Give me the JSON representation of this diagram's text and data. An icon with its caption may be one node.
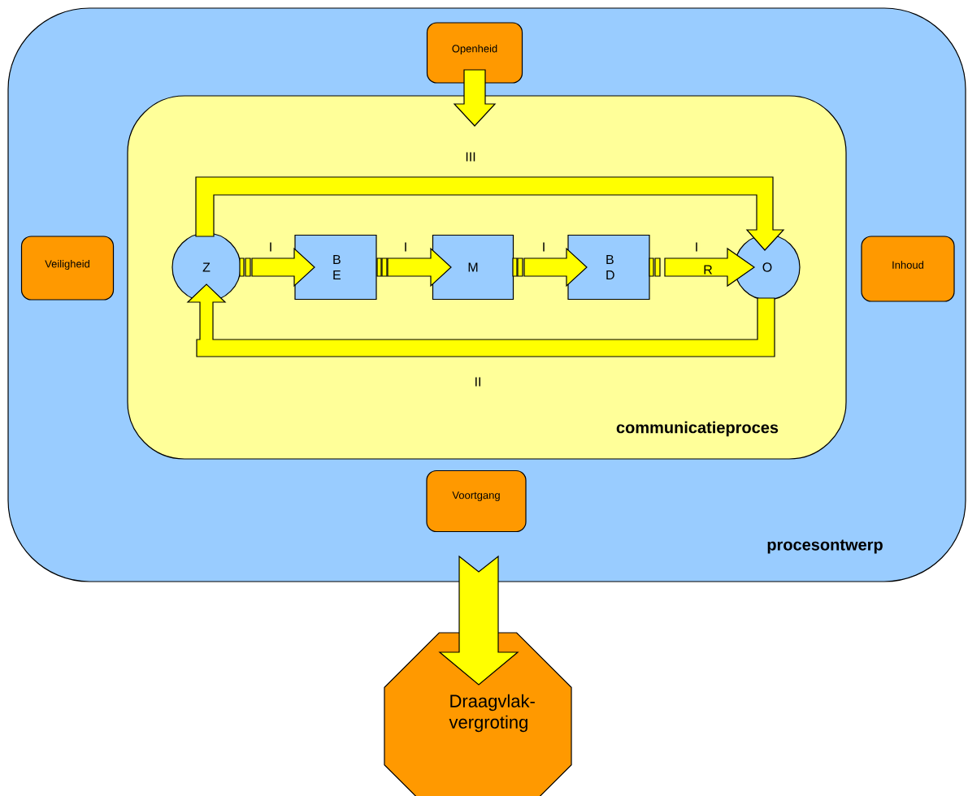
{
  "diagram": {
    "nodes": [
      {
        "text": [
          "procesontwerp"
        ]
      },
      {
        "text": [
          "communicatieproces"
        ],
        "in": 0
      },
      {
        "text": [
          "Openheid"
        ],
        "in": 0
      },
      {
        "text": [
          "Veiligheid"
        ],
        "in": 0
      },
      {
        "text": [
          "Inhoud"
        ],
        "in": 0
      },
      {
        "text": [
          "Voortgang"
        ],
        "in": 0
      },
      {
        "text": [
          "Z"
        ],
        "in": 1
      },
      {
        "text": [
          "B E"
        ],
        "in": 1
      },
      {
        "text": [
          "M"
        ],
        "in": 1
      },
      {
        "text": [
          "B D"
        ],
        "in": 1
      },
      {
        "text": [
          "O"
        ],
        "in": 1
      },
      {
        "text": [
          "Draagvlak-vergroting"
        ]
      }
    ],
    "edges": [
      {
        "from": 6,
        "to": 7,
        "arrow": "to",
        "label": "I"
      },
      {
        "from": 7,
        "to": 8,
        "arrow": "to",
        "label": "I"
      },
      {
        "from": 8,
        "to": 9,
        "arrow": "to",
        "label": "I"
      },
      {
        "from": 9,
        "to": 10,
        "arrow": "to",
        "label": "I"
      },
      {
        "from": 6,
        "to": 10,
        "arrow": "to",
        "label": "III"
      },
      {
        "from": 10,
        "to": 6,
        "arrow": "to",
        "label": "II"
      },
      {
        "from": 2,
        "to": 1,
        "arrow": "to"
      },
      {
        "from": 0,
        "to": 11,
        "arrow": "to"
      }
    ],
    "labels": [
      "R"
    ]
  }
}
